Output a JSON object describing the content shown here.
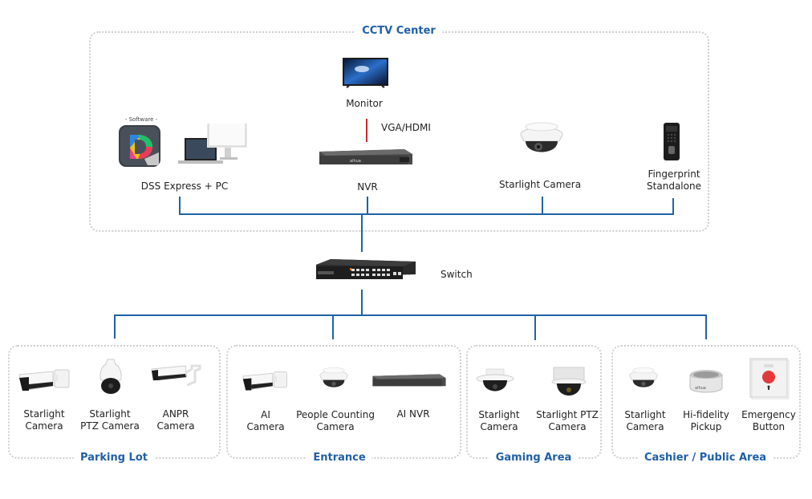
{
  "diagram": {
    "colors": {
      "accent": "#1f5fa8",
      "connector": "#1e63a6",
      "video_link": "#d0282e",
      "border": "#cfcfcf"
    },
    "cctv_center": {
      "title": "CCTV Center",
      "devices": {
        "software": {
          "badge": "- Software -",
          "label": "DSS Express + PC",
          "icon": "dss-express-pc-icon"
        },
        "monitor": {
          "label": "Monitor",
          "icon": "monitor-icon"
        },
        "link": {
          "label": "VGA/HDMI"
        },
        "nvr": {
          "label": "NVR",
          "icon": "nvr-icon"
        },
        "starlight_camera": {
          "label": "Starlight Camera",
          "icon": "dome-camera-icon"
        },
        "fingerprint": {
          "label_line1": "Fingerprint",
          "label_line2": "Standalone",
          "icon": "fingerprint-terminal-icon"
        }
      }
    },
    "switch": {
      "label": "Switch",
      "icon": "network-switch-icon"
    },
    "zones": [
      {
        "title": "Parking Lot",
        "devices": [
          {
            "line1": "Starlight",
            "line2": "Camera",
            "icon": "bullet-camera-icon"
          },
          {
            "line1": "Starlight",
            "line2": "PTZ Camera",
            "icon": "ptz-camera-icon"
          },
          {
            "line1": "ANPR",
            "line2": "Camera",
            "icon": "anpr-camera-icon"
          }
        ]
      },
      {
        "title": "Entrance",
        "devices": [
          {
            "line1": "AI",
            "line2": "Camera",
            "icon": "bullet-camera-icon"
          },
          {
            "line1": "People Counting",
            "line2": "Camera",
            "icon": "dome-camera-icon"
          },
          {
            "line1": "AI NVR",
            "line2": "",
            "icon": "nvr-icon"
          }
        ]
      },
      {
        "title": "Gaming Area",
        "devices": [
          {
            "line1": "Starlight",
            "line2": "Camera",
            "icon": "ceiling-dome-camera-icon"
          },
          {
            "line1": "Starlight PTZ",
            "line2": "Camera",
            "icon": "ceiling-ptz-camera-icon"
          }
        ]
      },
      {
        "title": "Cashier / Public Area",
        "devices": [
          {
            "line1": "Starlight",
            "line2": "Camera",
            "icon": "dome-camera-icon"
          },
          {
            "line1": "Hi-fidelity",
            "line2": "Pickup",
            "icon": "microphone-pickup-icon"
          },
          {
            "line1": "Emergency",
            "line2": "Button",
            "icon": "emergency-button-icon"
          }
        ]
      }
    ]
  }
}
